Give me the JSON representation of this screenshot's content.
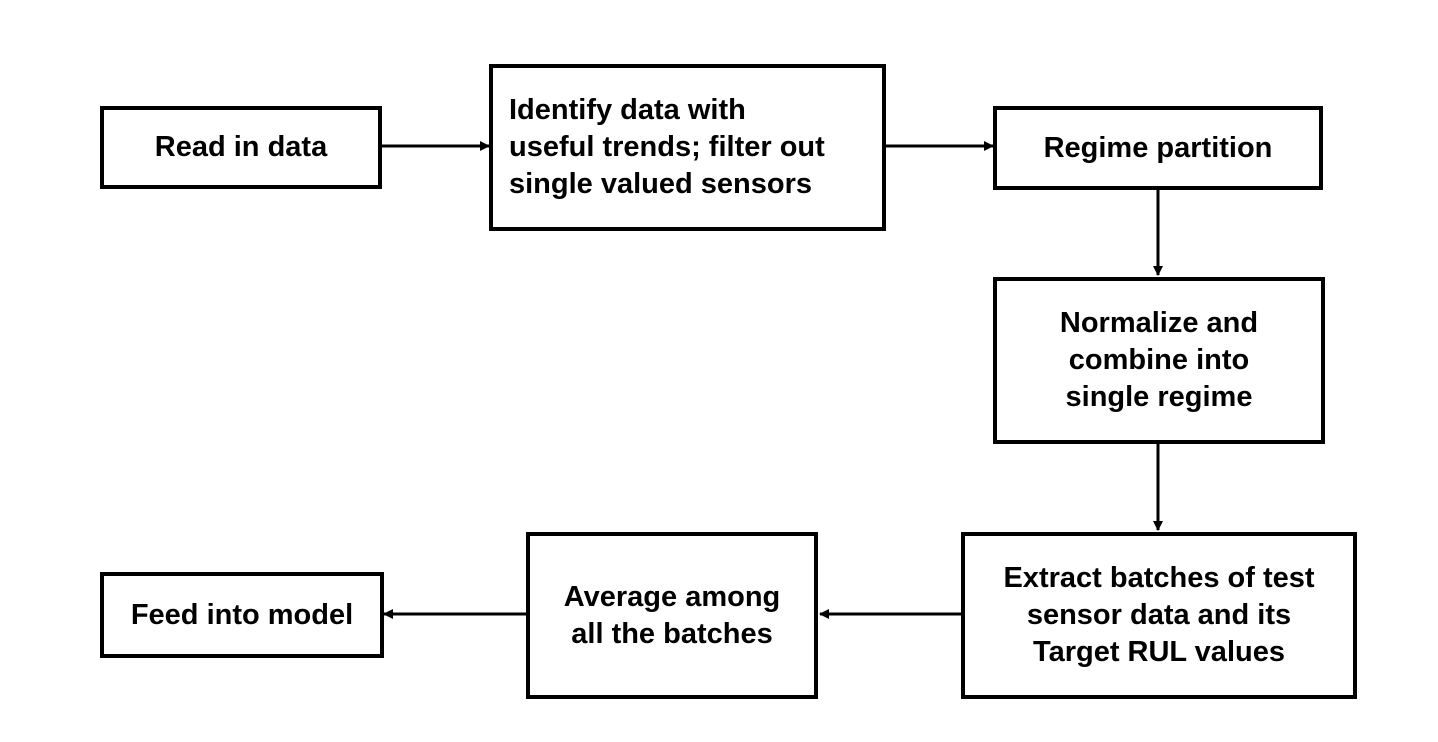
{
  "diagram": {
    "nodes": [
      {
        "id": "read",
        "label": "Read in data"
      },
      {
        "id": "identify",
        "label": "Identify data with\nuseful trends; filter out\nsingle valued sensors"
      },
      {
        "id": "regime",
        "label": "Regime partition"
      },
      {
        "id": "normalize",
        "label": "Normalize and\ncombine into\nsingle regime"
      },
      {
        "id": "extract",
        "label": "Extract batches of test\nsensor data and its\nTarget RUL values"
      },
      {
        "id": "average",
        "label": "Average among\nall the batches"
      },
      {
        "id": "feed",
        "label": "Feed into model"
      }
    ],
    "edges": [
      {
        "from": "read",
        "to": "identify"
      },
      {
        "from": "identify",
        "to": "regime"
      },
      {
        "from": "regime",
        "to": "normalize"
      },
      {
        "from": "normalize",
        "to": "extract"
      },
      {
        "from": "extract",
        "to": "average"
      },
      {
        "from": "average",
        "to": "feed"
      }
    ]
  }
}
